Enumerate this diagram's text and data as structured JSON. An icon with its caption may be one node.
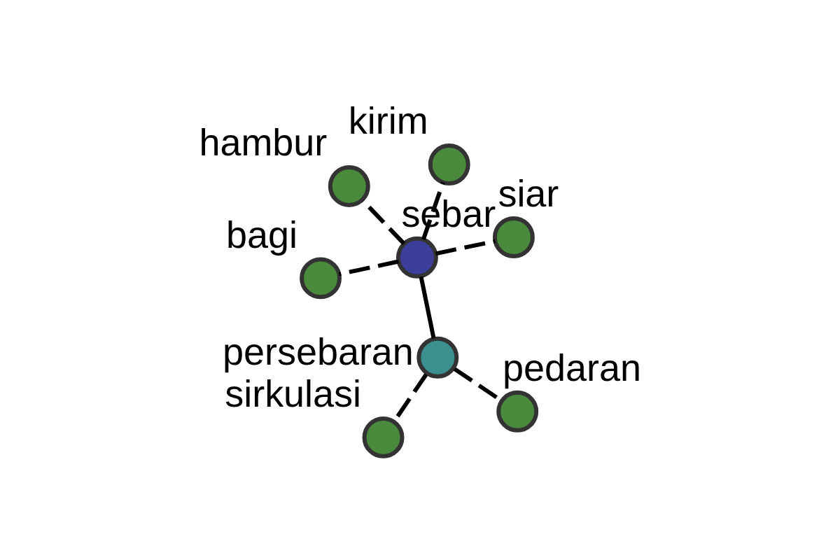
{
  "diagram": {
    "nodes": [
      {
        "text": [],
        "shape": "circle",
        "beside": [
          "sebar"
        ]
      },
      {
        "text": [],
        "shape": "circle",
        "beside": [
          "siar"
        ]
      },
      {
        "text": [],
        "shape": "circle",
        "beside": [
          "bagi"
        ]
      },
      {
        "text": [],
        "shape": "circle",
        "beside": [
          "hambur"
        ]
      },
      {
        "text": [],
        "shape": "circle",
        "beside": [
          "kirim"
        ]
      },
      {
        "text": [],
        "shape": "circle",
        "beside": [
          "persebaran"
        ]
      },
      {
        "text": [],
        "shape": "circle",
        "beside": [
          "sirkulasi"
        ]
      },
      {
        "text": [],
        "shape": "circle",
        "beside": [
          "pedaran"
        ]
      }
    ],
    "edges": [
      {
        "from": 0,
        "to": 1,
        "arrow": "none",
        "style": "dashed"
      },
      {
        "from": 0,
        "to": 2,
        "arrow": "none",
        "style": "dashed"
      },
      {
        "from": 0,
        "to": 3,
        "arrow": "none",
        "style": "dashed"
      },
      {
        "from": 0,
        "to": 4,
        "arrow": "none",
        "style": "dashed"
      },
      {
        "from": 0,
        "to": 5,
        "arrow": "none"
      },
      {
        "from": 5,
        "to": 6,
        "arrow": "none",
        "style": "dashed"
      },
      {
        "from": 5,
        "to": 7,
        "arrow": "none",
        "style": "dashed"
      }
    ]
  }
}
